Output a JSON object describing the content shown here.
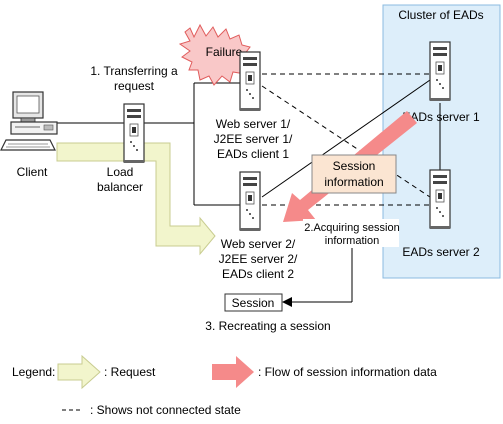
{
  "cluster": {
    "title": "Cluster of EADs"
  },
  "failure_label": "Failure",
  "client": {
    "label": "Client"
  },
  "load_balancer": {
    "label_line1": "Load",
    "label_line2": "balancer"
  },
  "step1": {
    "line1": "1. Transferring a",
    "line2": "request"
  },
  "web1": {
    "line1": "Web server 1/",
    "line2": "J2EE server 1/",
    "line3": "EADs client 1"
  },
  "web2": {
    "line1": "Web server 2/",
    "line2": "J2EE server 2/",
    "line3": "EADs client 2"
  },
  "eads1": {
    "label": "EADs server 1"
  },
  "eads2": {
    "label": "EADs server 2"
  },
  "session_info": {
    "line1": "Session",
    "line2": "information"
  },
  "step2": {
    "line1": "2.Acquiring session",
    "line2": "information"
  },
  "session_box": {
    "label": "Session"
  },
  "step3": {
    "label": "3. Recreating a session"
  },
  "legend": {
    "title": "Legend:",
    "request": ": Request",
    "flow": ": Flow of session information data",
    "not_connected": ": Shows not connected state"
  },
  "colors": {
    "cluster_bg": "#ddeefa",
    "cluster_border": "#8bbbe0",
    "request_arrow": "#f2f5cc",
    "request_arrow_border": "#c8cc90",
    "flow_arrow": "#f58a8a",
    "session_info_bg": "#fbe5d2",
    "failure_burst": "#f9c8c8"
  }
}
